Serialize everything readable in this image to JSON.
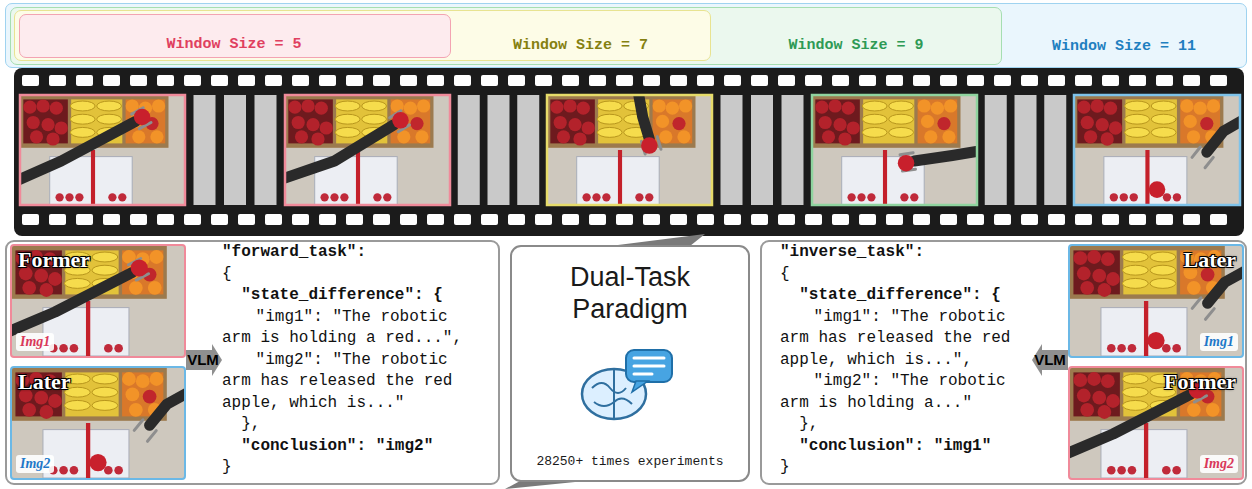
{
  "diagram": {
    "nodes": [
      {
        "text": [
          "Window Size = 11"
        ]
      },
      {
        "text": [
          "Window Size = 9"
        ],
        "in": 0
      },
      {
        "text": [
          "Window Size = 7"
        ],
        "in": 1
      },
      {
        "text": [
          "Window Size = 5"
        ],
        "in": 2
      },
      {
        "text": [
          "\"forward_task\":",
          "{",
          "\"state_difference\": {",
          "\"img1\": \"The robotic arm is holding a red...\",",
          "\"img2\": \"The robotic arm has released the red apple, which is...\"",
          "},",
          "\"conclusion\": \"img2\"",
          "}"
        ]
      },
      {
        "text": [
          "Former",
          "Img1"
        ],
        "in": 4
      },
      {
        "text": [
          "Later",
          "Img2"
        ],
        "in": 4
      },
      {
        "text": [
          "Dual-Task Paradigm",
          "28250+ times experiments"
        ]
      },
      {
        "text": [
          "\"inverse_task\":",
          "{",
          "\"state_difference\": {",
          "\"img1\": \"The robotic arm has released the red apple, which is...\",",
          "\"img2\": \"The robotic arm is holding a...\"",
          "},",
          "\"conclusion\": \"img1\"",
          "}"
        ]
      },
      {
        "text": [
          "Later",
          "Img1"
        ],
        "in": 8
      },
      {
        "text": [
          "Former",
          "Img2"
        ],
        "in": 8
      }
    ],
    "labels": [
      "VLM",
      "VLM"
    ]
  }
}
